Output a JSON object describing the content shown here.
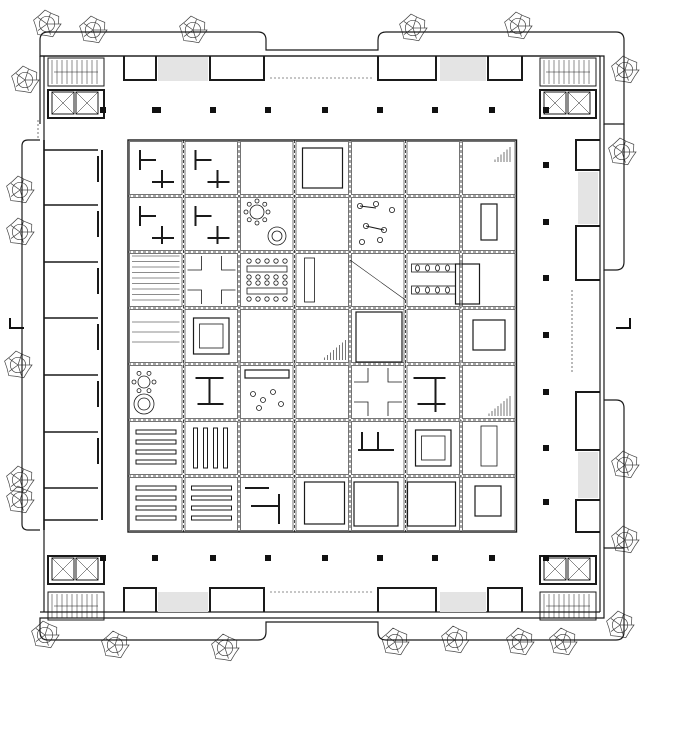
{
  "drawing": {
    "type": "architectural floor plan",
    "line_color": "#1a1a1a",
    "fill_color": "#ffffff",
    "corridor_tint": "#e4e4e4",
    "tree_color": "#444444",
    "grid": {
      "rows": 7,
      "cols": 7
    },
    "section_markers": 2
  }
}
